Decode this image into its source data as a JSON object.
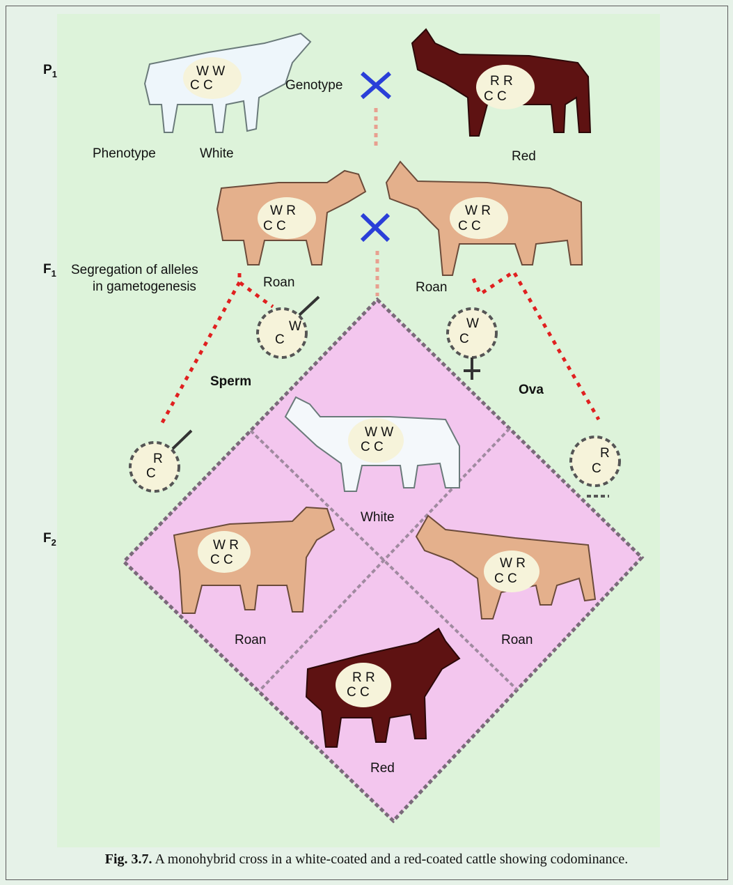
{
  "generations": {
    "p1": {
      "letter": "P",
      "sub": "1"
    },
    "f1": {
      "letter": "F",
      "sub": "1"
    },
    "f2": {
      "letter": "F",
      "sub": "2"
    }
  },
  "labels": {
    "genotype": "Genotype",
    "phenotype": "Phenotype",
    "white_parent": "White",
    "red_parent": "Red",
    "segregation_line1": "Segregation of alleles",
    "segregation_line2": "in gametogenesis",
    "roan_left": "Roan",
    "roan_right": "Roan",
    "sperm": "Sperm",
    "ova": "Ova",
    "f2_white": "White",
    "f2_roan_left": "Roan",
    "f2_roan_right": "Roan",
    "f2_red": "Red"
  },
  "genotypes": {
    "white": {
      "top": "W W",
      "bottom": "C C"
    },
    "red": {
      "top": "R R",
      "bottom": "C C"
    },
    "roan": {
      "top": "W R",
      "bottom": "C C"
    },
    "gamete_w": {
      "top": "W",
      "bottom": "C"
    },
    "gamete_r": {
      "top": "R",
      "bottom": "C"
    }
  },
  "caption": {
    "label": "Fig. 3.7.",
    "text": " A monohybrid cross in a white-coated and a red-coated cattle showing codominance."
  },
  "colors": {
    "background": "#ddf3da",
    "punnett_fill": "#f3c6ee",
    "white_coat": "#f4f8fb",
    "red_coat": "#5e1212",
    "roan_coat": "#e4b08c",
    "gamete_fill": "#f6f3da",
    "segregation_line": "#e02020",
    "cross_mark": "#2a3fd8"
  }
}
